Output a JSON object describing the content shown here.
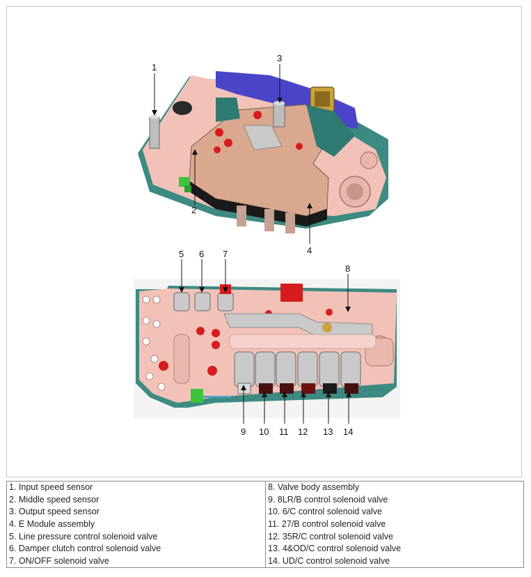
{
  "callouts": [
    "1",
    "2",
    "3",
    "4",
    "5",
    "6",
    "7",
    "8",
    "9",
    "10",
    "11",
    "12",
    "13",
    "14"
  ],
  "legend": {
    "left": [
      "1. Input speed sensor",
      "2. Middle speed sensor",
      "3. Output speed sensor",
      "4. E Module assembly",
      "5. Line pressure control solenoid valve",
      "6. Damper clutch control solenoid valve",
      "7. ON/OFF solenoid valve"
    ],
    "right": [
      "8. Valve body assembly",
      "9. 8LR/B control solenoid valve",
      "10. 6/C control solenoid valve",
      "11. 27/B control solenoid valve",
      "12. 35R/C control solenoid valve",
      "13. 4&OD/C control solenoid valve",
      "14. UD/C control solenoid valve"
    ]
  },
  "colors": {
    "body_pink": "#f2c2b8",
    "module_tan": "#d9a88f",
    "teal": "#3d8a82",
    "blue_cover": "#4a45c8",
    "red_plug": "#d61c1c",
    "connector_yellow": "#c9a23a",
    "green_connector": "#3cc43c",
    "solenoid_silver": "#c9c9c9",
    "solenoid_dark": "#4a1010"
  }
}
